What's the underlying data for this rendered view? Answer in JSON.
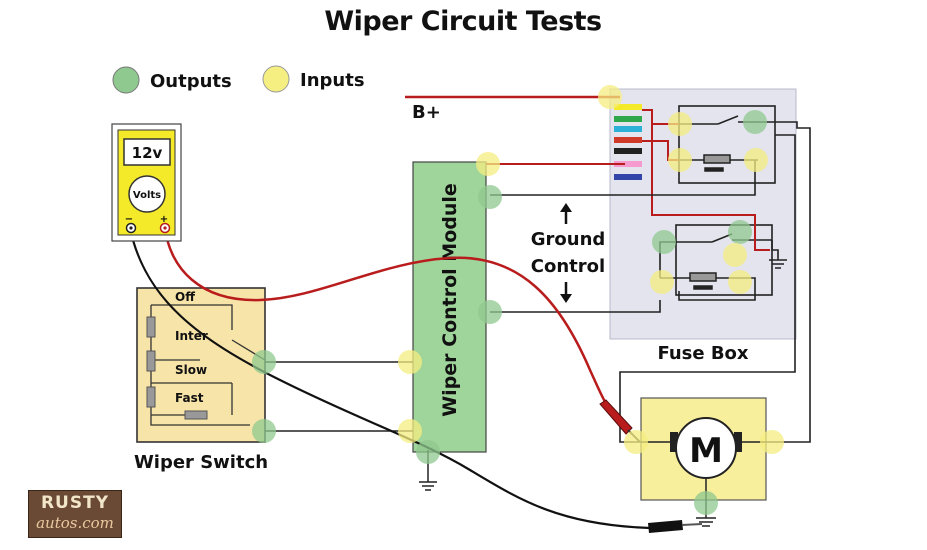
{
  "title": "Wiper Circuit Tests",
  "legend": {
    "outputs_label": "Outputs",
    "inputs_label": "Inputs",
    "outputs_color": "#8fc98f",
    "inputs_color": "#f5ee80"
  },
  "meter": {
    "reading": "12v",
    "mode": "Volts",
    "neg_symbol": "−",
    "pos_symbol": "+"
  },
  "switch": {
    "positions": [
      "Off",
      "Inter",
      "Slow",
      "Fast"
    ],
    "label": "Wiper Switch"
  },
  "module": {
    "label": "Wiper Control Module"
  },
  "battery_label": "B+",
  "ground_control": {
    "line1": "Ground",
    "line2": "Control"
  },
  "fuse_box": {
    "label": "Fuse Box"
  },
  "motor": {
    "label": "M"
  },
  "logo": {
    "line1": "RUSTY",
    "line2": "autos.com"
  },
  "colors": {
    "wire_red": "#b81c1c",
    "wire_dark": "#2b2b2b",
    "meter_yellow": "#f4ea2a",
    "switch_fill": "#f7e4a8",
    "module_fill": "#9fd49a",
    "fusebox_fill": "#e4e4ef",
    "motor_fill": "#f7ef9c"
  }
}
